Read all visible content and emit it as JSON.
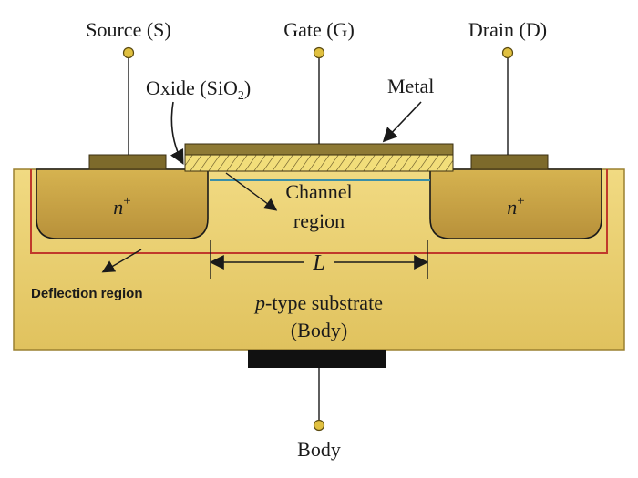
{
  "terminals": {
    "source": "Source (S)",
    "gate": "Gate (G)",
    "drain": "Drain (D)",
    "body": "Body"
  },
  "labels": {
    "oxide_prefix": "Oxide (SiO",
    "oxide_sub": "2",
    "oxide_suffix": ")",
    "metal": "Metal",
    "channel_line1": "Channel",
    "channel_line2": "region",
    "n_left": "n",
    "n_right": "n",
    "n_sup": "+",
    "length": "L",
    "deflection": "Deflection region",
    "substrate_p": "p",
    "substrate_rest": "-type substrate",
    "substrate_body": "(Body)"
  },
  "colors": {
    "substrate": "#e9cf6f",
    "substrate_edge": "#9a8030",
    "n_well": "#c9a445",
    "contact": "#7d6a2b",
    "oxide": "#f2de7a",
    "metal_gate": "#8e7a35",
    "depletion_line": "#c0392b",
    "channel_line": "#3a8fa8",
    "body_contact": "#111111",
    "terminal_dot": "#e0c040"
  }
}
